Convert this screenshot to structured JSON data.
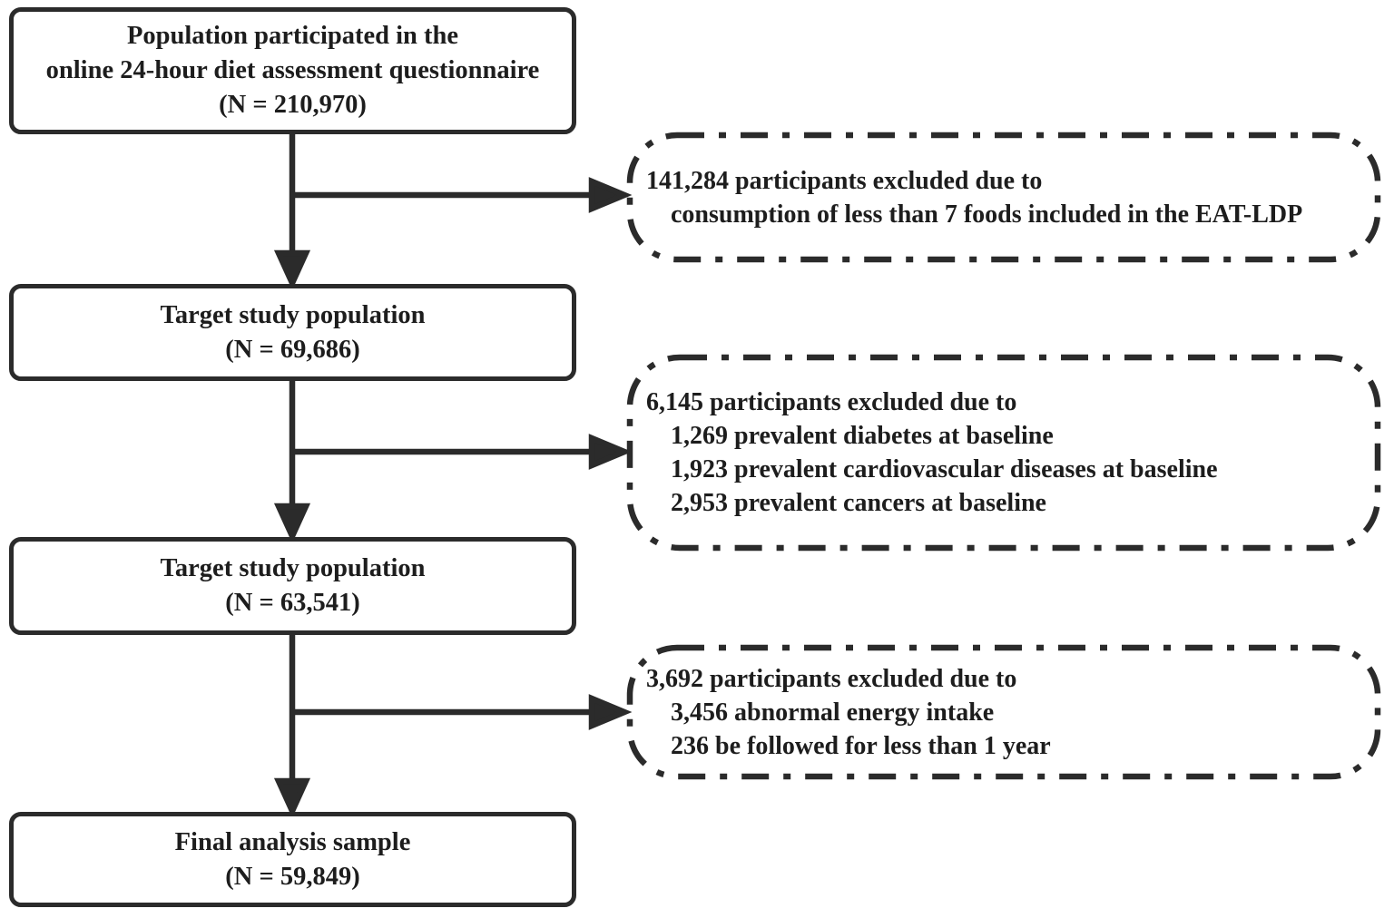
{
  "colors": {
    "line": "#2b2b2b",
    "text": "#1d1d1d",
    "background": "#ffffff"
  },
  "flow_boxes": [
    {
      "id": "population",
      "lines": [
        "Population participated in the",
        "online 24-hour diet assessment questionnaire",
        "(N = 210,970)"
      ]
    },
    {
      "id": "target-1",
      "lines": [
        "Target study population",
        "(N = 69,686)"
      ]
    },
    {
      "id": "target-2",
      "lines": [
        "Target study population",
        "(N = 63,541)"
      ]
    },
    {
      "id": "final",
      "lines": [
        "Final analysis sample",
        "(N = 59,849)"
      ]
    }
  ],
  "exclusion_boxes": [
    {
      "id": "exclusion-1",
      "lines": [
        "141,284 participants excluded due to",
        "consumption of less than 7 foods included in the EAT-LDP"
      ]
    },
    {
      "id": "exclusion-2",
      "lines": [
        "6,145 participants excluded due to",
        "1,269 prevalent diabetes at baseline",
        "1,923 prevalent cardiovascular diseases at baseline",
        "2,953 prevalent cancers at baseline"
      ]
    },
    {
      "id": "exclusion-3",
      "lines": [
        "3,692 participants excluded due to",
        "3,456 abnormal energy intake",
        "236 be followed for less than 1 year"
      ]
    }
  ]
}
